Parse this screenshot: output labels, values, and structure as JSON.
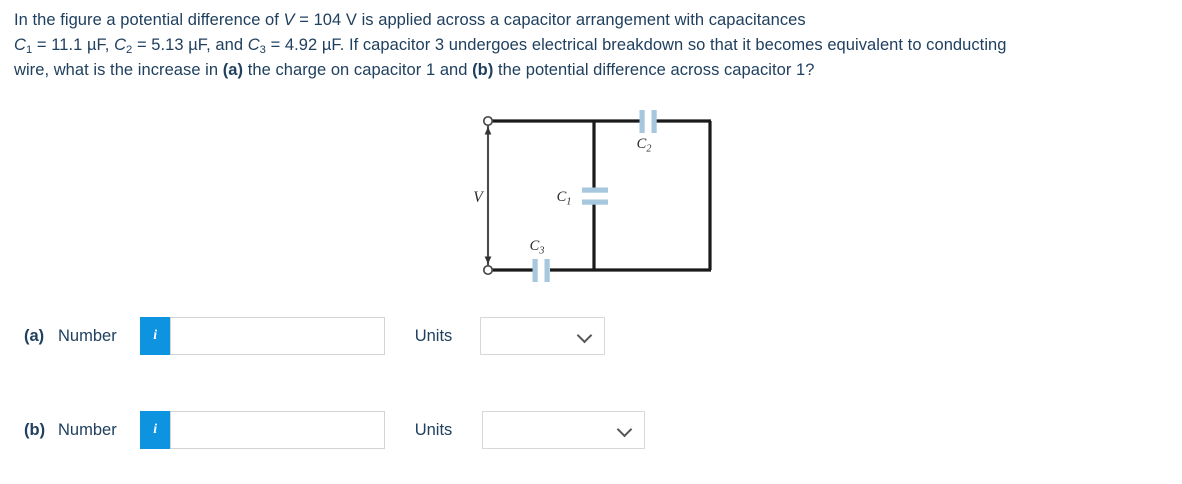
{
  "problem": {
    "line1_a": "In the figure a potential difference of ",
    "line1_v": "V",
    "line1_b": " = 104 V is applied across a capacitor arrangement with capacitances",
    "line2_c1": "C",
    "line2_c1sub": "1",
    "line2_c1val": " = 11.1 µF, ",
    "line2_c2": "C",
    "line2_c2sub": "2",
    "line2_c2val": " = 5.13 µF, and ",
    "line2_c3": "C",
    "line2_c3sub": "3",
    "line2_c3val": " = 4.92 µF. If capacitor 3 undergoes electrical breakdown so that it becomes equivalent to conducting",
    "line3_a": "wire, what is the increase in ",
    "line3_b1": "(a)",
    "line3_b": " the charge on capacitor 1 and ",
    "line3_b2": "(b)",
    "line3_c": " the potential difference across capacitor 1?"
  },
  "figure": {
    "source_voltage_label": "V",
    "cap1_label": "C",
    "cap1_sub": "1",
    "cap2_label": "C",
    "cap2_sub": "2",
    "cap3_label": "C",
    "cap3_sub": "3",
    "wire_color": "#1a1a1a",
    "plate_color": "#a6c7de",
    "terminal_color": "#ffffff"
  },
  "answers": {
    "rows": [
      {
        "letter": "(a)",
        "number_label": "Number",
        "info_glyph": "i",
        "value": "",
        "placeholder": "",
        "units_label": "Units",
        "units_value": ""
      },
      {
        "letter": "(b)",
        "number_label": "Number",
        "info_glyph": "i",
        "value": "",
        "placeholder": "",
        "units_label": "Units",
        "units_value": ""
      }
    ]
  },
  "colors": {
    "accent_blue": "#0d93e0",
    "text": "#20405f",
    "border": "#d3d3d3"
  }
}
